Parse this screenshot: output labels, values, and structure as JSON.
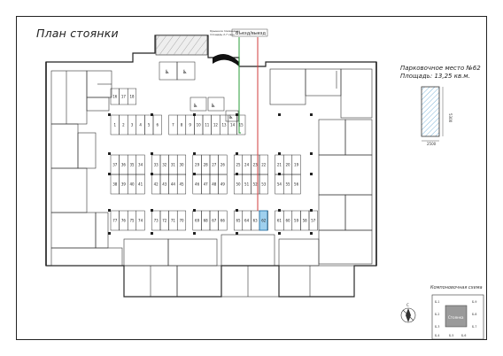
{
  "title": "План стоянки",
  "spot": {
    "label": "Парковочное место №62",
    "area": "Площадь: 13,25 кв.м.",
    "dim_length": "5300",
    "dim_width": "2500",
    "highlight_color": "#9fd0ee",
    "number": "62"
  },
  "entrance": {
    "label": "Въезд/выезд",
    "note": "Крышное помещение\nплощадь 2,7 кв.м"
  },
  "komp": {
    "title": "Компоновочная схема",
    "center_label": "Стоянка",
    "blocks": [
      "Б-1",
      "Б-2",
      "Б-3",
      "Б-4",
      "Б-5",
      "Б-6",
      "Б-7",
      "Б-8",
      "Б-9"
    ]
  },
  "rows": {
    "r1": [
      "1",
      "2",
      "3",
      "4",
      "5",
      "6",
      "7",
      "8",
      "9",
      "10",
      "11",
      "12",
      "13",
      "14",
      "15"
    ],
    "r2": [
      "37",
      "36",
      "35",
      "34",
      "33",
      "32",
      "31",
      "30",
      "29",
      "28",
      "27",
      "26",
      "25",
      "24",
      "23",
      "22",
      "21",
      "20",
      "19"
    ],
    "r3": [
      "38",
      "39",
      "40",
      "41",
      "42",
      "43",
      "44",
      "45",
      "46",
      "47",
      "48",
      "49",
      "50",
      "51",
      "52",
      "53",
      "54",
      "55",
      "56"
    ],
    "r4": [
      "77",
      "76",
      "75",
      "74",
      "73",
      "72",
      "71",
      "70",
      "69",
      "68",
      "67",
      "66",
      "65",
      "64",
      "63",
      "62",
      "61",
      "60",
      "59",
      "58",
      "57"
    ],
    "r5": [
      "16",
      "17",
      "18"
    ]
  },
  "colors": {
    "ink": "#222222",
    "green_path": "#2a9d3a",
    "red_path": "#d23b3b",
    "hatch": "#444444"
  }
}
